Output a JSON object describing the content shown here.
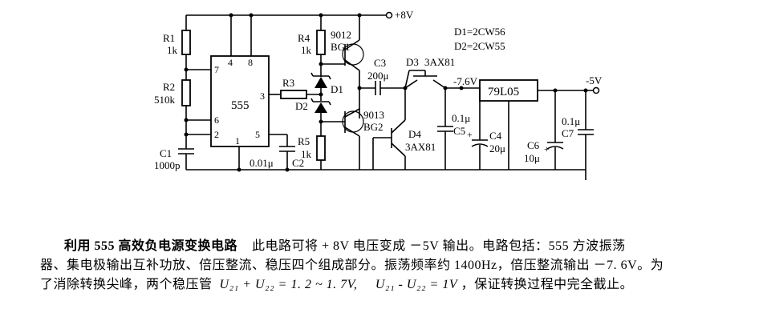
{
  "labels": {
    "supply": "+8V",
    "d_notes": [
      "D1=2CW56",
      "D2=2CW55"
    ],
    "r1": "R1",
    "r1_val": "1k",
    "r2": "R2",
    "r2_val": "510k",
    "c1": "C1",
    "c1_val": "1000p",
    "ic": "555",
    "pin7": "7",
    "pin6": "6",
    "pin2": "2",
    "pin4": "4",
    "pin8": "8",
    "pin3": "3",
    "pin5": "5",
    "pin1": "1",
    "c2": "C2",
    "c2_val": "0.01μ",
    "r3": "R3",
    "r4": "R4",
    "r4_val": "1k",
    "d1": "D1",
    "d2": "D2",
    "r5": "R5",
    "r5_val": "1k",
    "bg1_type": "9012",
    "bg1": "BG1",
    "bg2_type": "9013",
    "bg2": "BG2",
    "c3": "C3",
    "c3_val": "200μ",
    "d3": "D3",
    "d3_type": "3AX81",
    "d4": "D4",
    "d4_type": "3AX81",
    "mid_voltage": "-7.6V",
    "c5_val": "0.1μ",
    "c5": "C5",
    "c4": "C4",
    "c4_val": "20μ",
    "reg": "79L05",
    "out_voltage": "-5V",
    "c6": "C6",
    "c6_val": "10μ",
    "c7_val": "0.1μ",
    "c7": "C7"
  },
  "caption": {
    "title": "利用 555 高效负电源变换电路",
    "line1": "此电路可将 + 8V 电压变成 －5V 输出。电路包括：555 方波振荡",
    "line2": "器、集电极输出互补功放、倍压整流、稳压四个组成部分。振荡频率约 1400Hz，倍压整流输出 －7. 6V。为",
    "line3_a": "了消除转换尖峰，两个稳压管",
    "formula1": "U₂₁ + U₂₂ = 1. 2 ~ 1. 7V,",
    "formula2": "U₂₁ - U₂₂ = 1V",
    "line3_b": "，保证转换过程中完全截止。"
  }
}
